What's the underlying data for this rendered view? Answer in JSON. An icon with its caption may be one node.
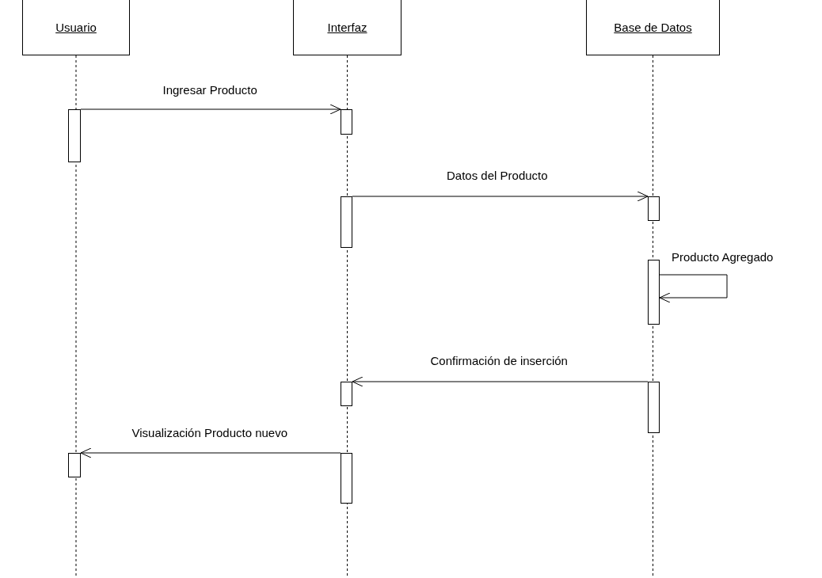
{
  "diagram": {
    "nodes": [
      {
        "text": [
          "Usuario"
        ]
      },
      {
        "text": [
          "Interfaz"
        ]
      },
      {
        "text": [
          "Base de Datos"
        ]
      },
      {
        "text": [],
        "shape": "bar"
      },
      {
        "text": [],
        "shape": "bar"
      },
      {
        "text": [],
        "shape": "bar"
      },
      {
        "text": [],
        "shape": "bar"
      },
      {
        "text": [],
        "shape": "bar"
      },
      {
        "text": [],
        "shape": "bar"
      },
      {
        "text": [],
        "shape": "bar"
      },
      {
        "text": [],
        "shape": "bar"
      },
      {
        "text": [],
        "shape": "bar"
      }
    ],
    "edges": [
      {
        "from": 3,
        "to": 4,
        "arrow": "to",
        "label": "Ingresar Producto"
      },
      {
        "from": 5,
        "to": 6,
        "arrow": "to",
        "label": "Datos del Producto"
      },
      {
        "from": 7,
        "to": 7,
        "arrow": "to",
        "label": "Producto Agregado"
      },
      {
        "from": 9,
        "to": 8,
        "arrow": "to",
        "label": "Confirmación de inserción"
      },
      {
        "from": 11,
        "to": 10,
        "arrow": "to",
        "label": "Visualización Producto nuevo"
      }
    ]
  }
}
